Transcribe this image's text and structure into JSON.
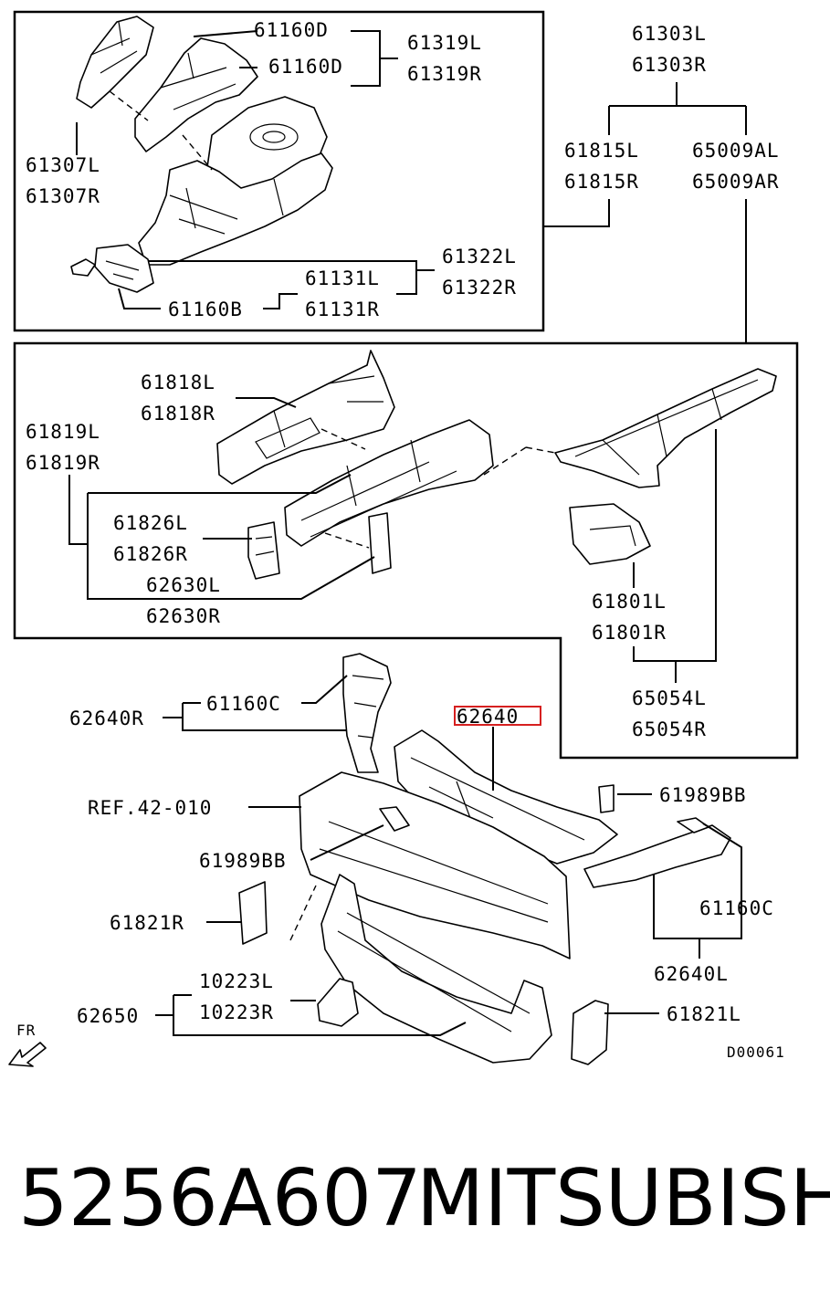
{
  "labels": {
    "p61160D_1": "61160D",
    "p61160D_2": "61160D",
    "p61319L": "61319L",
    "p61319R": "61319R",
    "p61303L": "61303L",
    "p61303R": "61303R",
    "p61815L": "61815L",
    "p61815R": "61815R",
    "p65009AL": "65009AL",
    "p65009AR": "65009AR",
    "p61307L": "61307L",
    "p61307R": "61307R",
    "p61322L": "61322L",
    "p61322R": "61322R",
    "p61131L": "61131L",
    "p61131R": "61131R",
    "p61160B": "61160B",
    "p61818L": "61818L",
    "p61818R": "61818R",
    "p61819L": "61819L",
    "p61819R": "61819R",
    "p61826L": "61826L",
    "p61826R": "61826R",
    "p62630L": "62630L",
    "p62630R": "62630R",
    "p61801L": "61801L",
    "p61801R": "61801R",
    "p65054L": "65054L",
    "p65054R": "65054R",
    "p62640R": "62640R",
    "p61160C_1": "61160C",
    "p62640_hl": "62640",
    "ref": "REF.42-010",
    "p61989BB_1": "61989BB",
    "p61989BB_2": "61989BB",
    "p61821R": "61821R",
    "p61160C_2": "61160C",
    "p62640L": "62640L",
    "p10223L": "10223L",
    "p10223R": "10223R",
    "p62650": "62650",
    "p61821L": "61821L",
    "fr": "FR",
    "code": "D00061"
  },
  "footer": {
    "part_number": "5256A607",
    "brand": "MITSUBISHI"
  },
  "colors": {
    "ink": "#000000",
    "highlight": "#d62020",
    "background": "#ffffff"
  }
}
